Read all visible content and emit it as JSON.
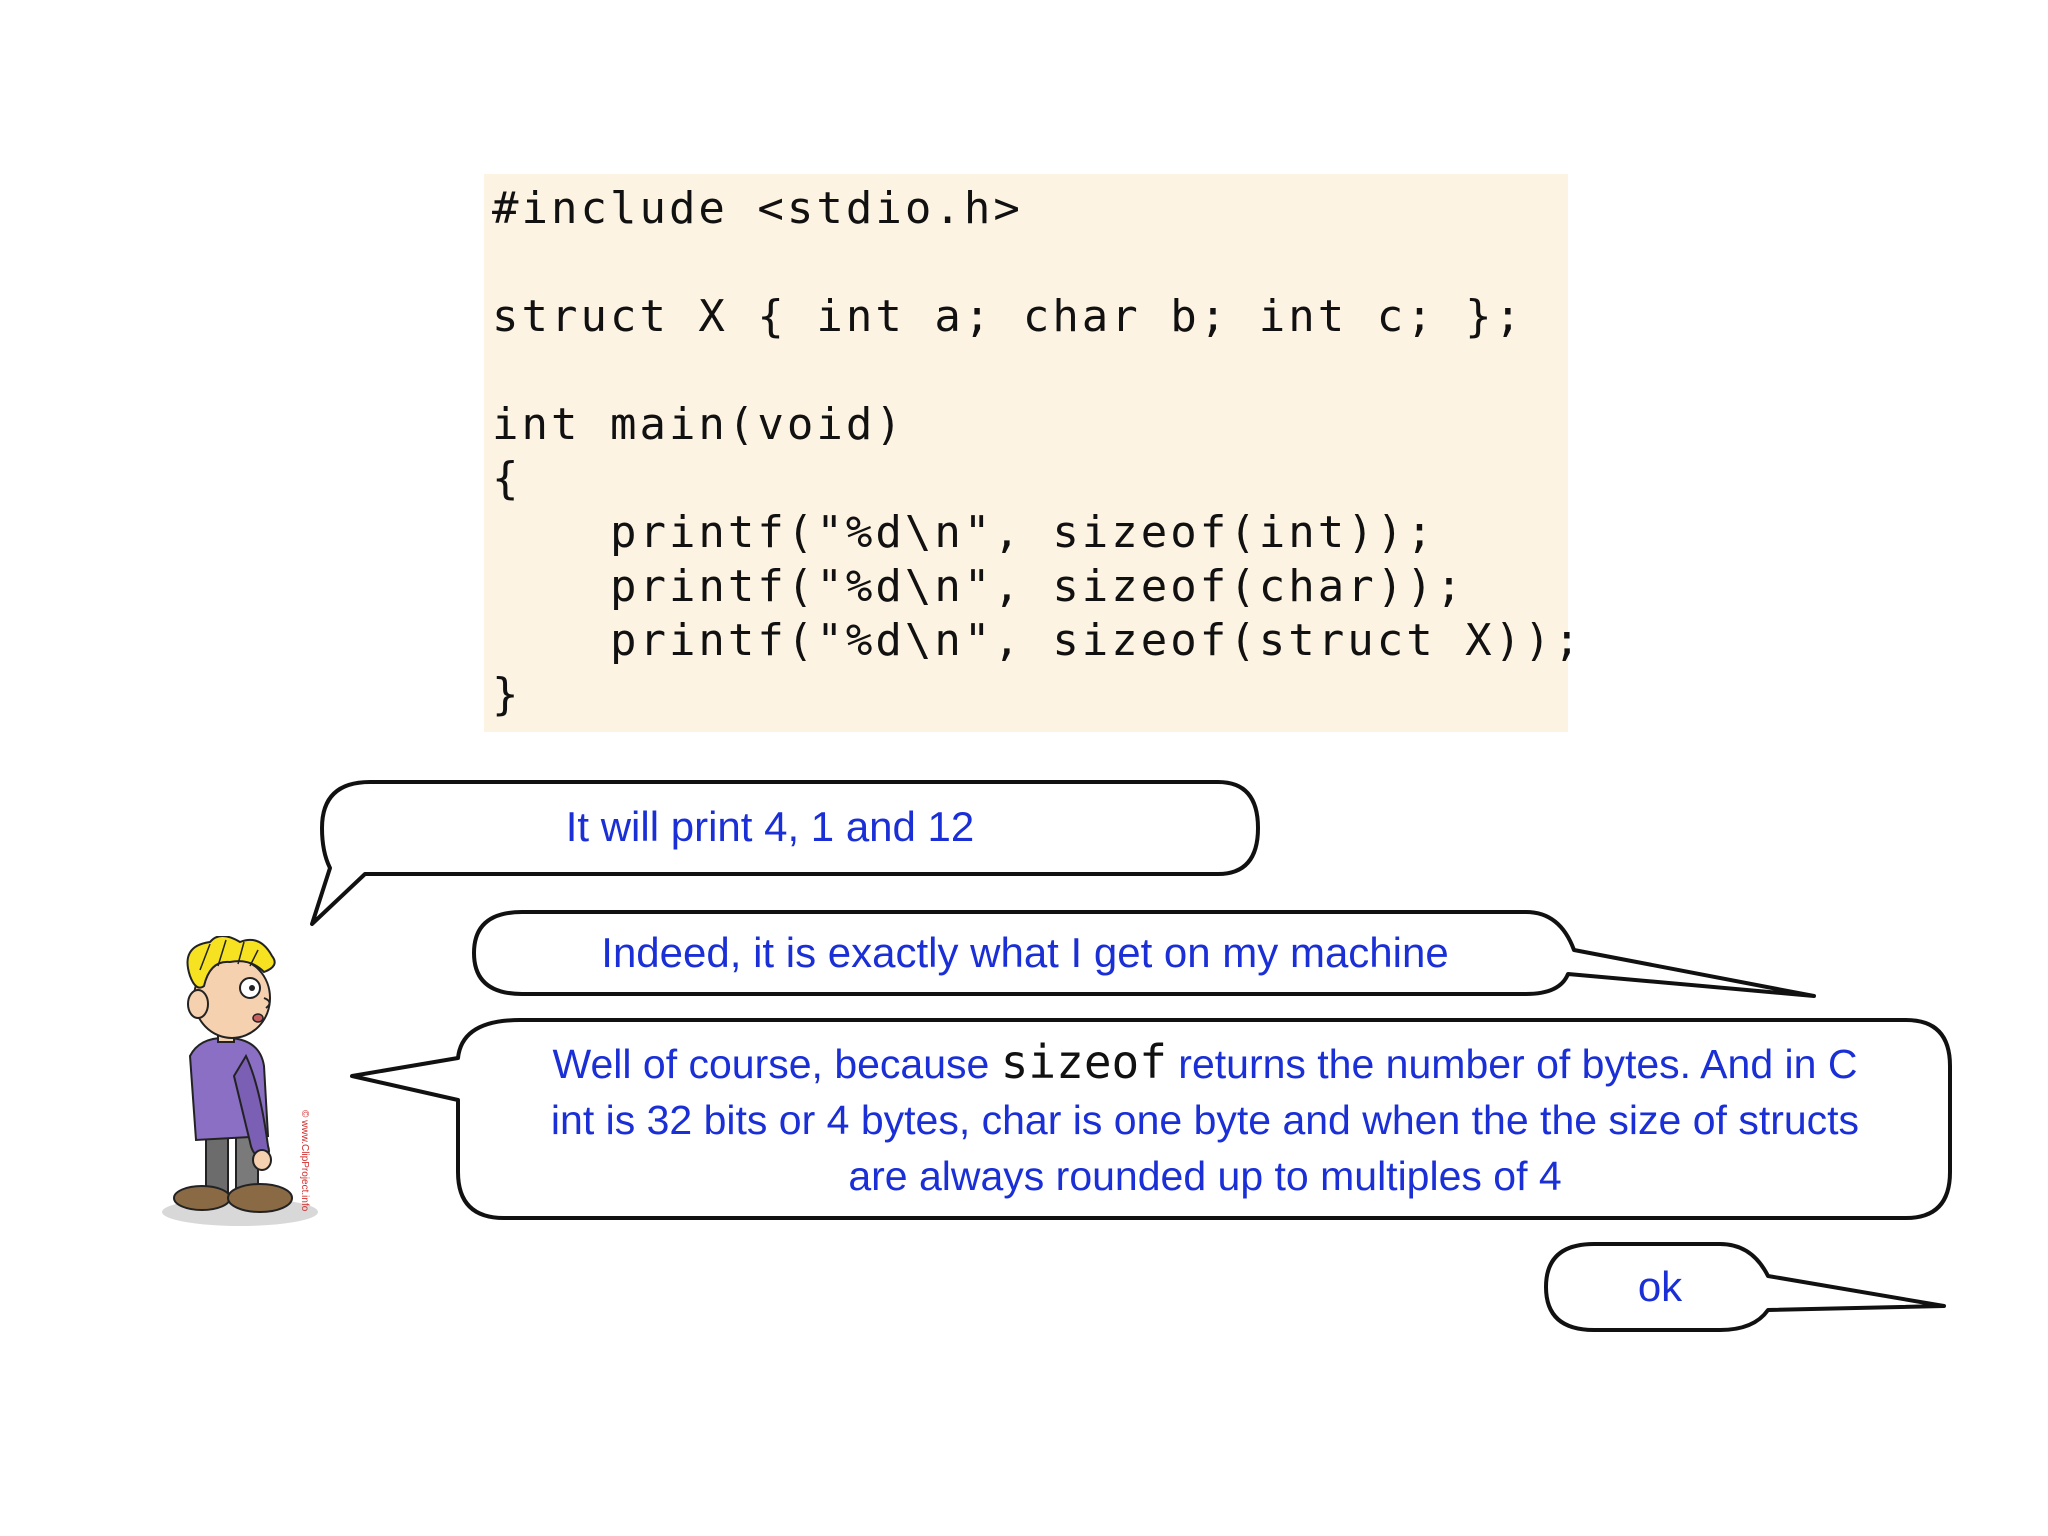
{
  "code": {
    "lines": [
      "#include <stdio.h>",
      "",
      "struct X { int a; char b; int c; };",
      "",
      "int main(void)",
      "{",
      "    printf(\"%d\\n\", sizeof(int));",
      "    printf(\"%d\\n\", sizeof(char));",
      "    printf(\"%d\\n\", sizeof(struct X));",
      "}"
    ]
  },
  "dialogue": {
    "bubble1": "It will print 4, 1 and 12",
    "bubble2": "Indeed, it is exactly what I get on my machine",
    "bubble3": {
      "line1_before": "Well of course, because ",
      "line1_code": "sizeof",
      "line1_after": " returns the number of bytes. And in C",
      "line2": "int is 32 bits or 4 bytes, char is one byte and when the the size of structs",
      "line3": "are always rounded up to multiples of 4"
    },
    "bubble4": "ok"
  },
  "character": {
    "copyright": "© www.ClipProject.info"
  },
  "colors": {
    "speech_text": "#1a2fd6",
    "code_background": "#fdf3e3"
  }
}
